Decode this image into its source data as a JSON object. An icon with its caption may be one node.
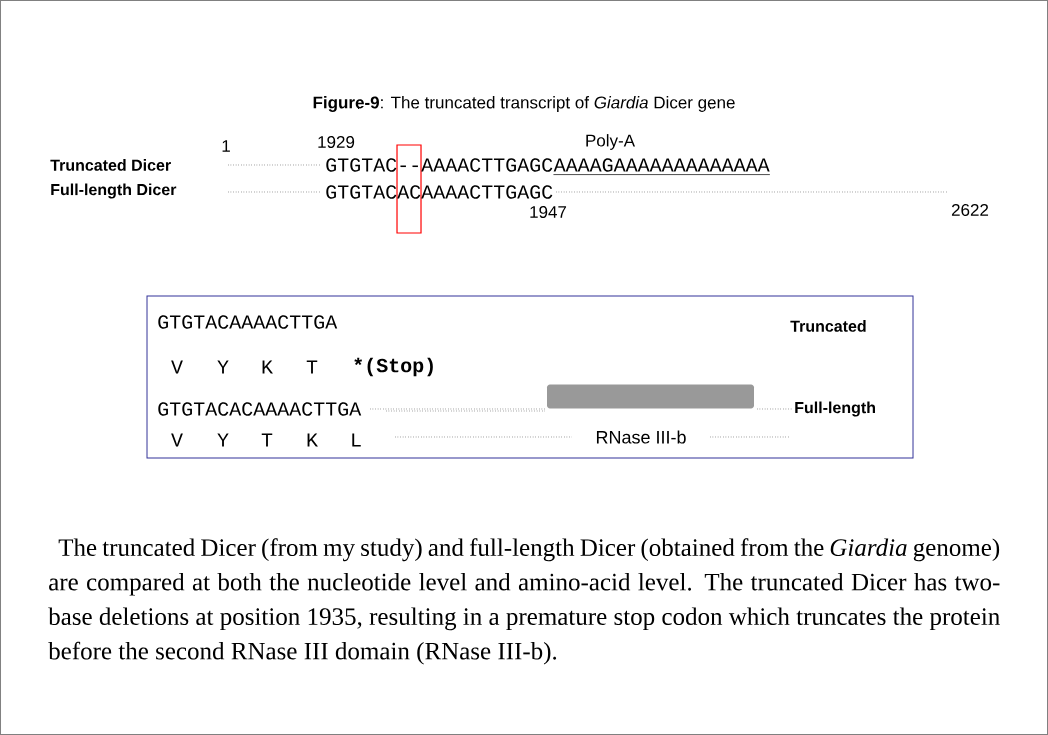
{
  "diagram": {
    "title": "**Figure-9**: The truncated transcript of *Giardia* Dicer gene",
    "caption": "The truncated Dicer (from my study) and full-length Dicer (obtained from the *Giardia* genome) are compared at both the nucleotide level and amino-acid level. The truncated Dicer has two-base deletions at position 1935, resulting in a premature stop codon which truncates the protein before the second RNase III domain (RNase III-b).",
    "nodes": [
      {
        "text": [
          "GTGTACAAAACTTGA",
          "Truncated",
          "V",
          "Y",
          "K",
          "T",
          "*(Stop)",
          "GTGTACACAAAACTTGA",
          "Full-length",
          "V",
          "Y",
          "T",
          "K",
          "L",
          "RNase III-b"
        ]
      },
      {
        "text": [],
        "shape": "bar",
        "in": 0
      }
    ],
    "labels": [
      "1",
      "1929",
      "Poly-A",
      "Truncated Dicer",
      "GTGTAC--AAAACTTGAGC",
      "AAAAGAAAAAAAAAAAAA",
      "Full-length Dicer",
      "GTGTACACAAAACTTGAGC",
      "1947",
      "2622"
    ]
  }
}
